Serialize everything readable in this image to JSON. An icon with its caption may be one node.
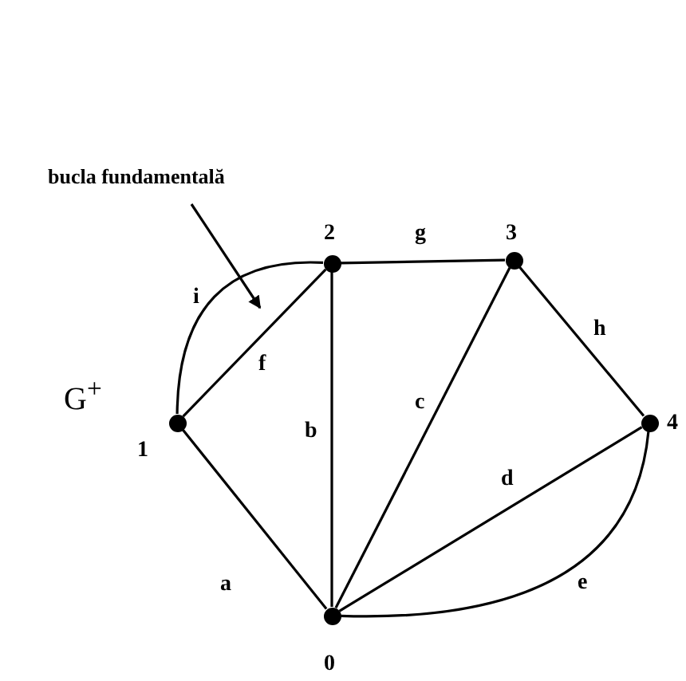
{
  "diagram": {
    "nodes": [
      {
        "text": [],
        "shape": "circle",
        "beside": [
          "1"
        ]
      },
      {
        "text": [],
        "shape": "circle",
        "beside": [
          "2"
        ]
      },
      {
        "text": [],
        "shape": "circle",
        "beside": [
          "0"
        ]
      },
      {
        "text": [],
        "shape": "circle",
        "beside": [
          "3"
        ]
      },
      {
        "text": [],
        "shape": "circle",
        "beside": [
          "4"
        ]
      },
      {
        "text": [
          "bucla fundamentală"
        ]
      }
    ],
    "edges": [
      {
        "from": 0,
        "to": 2,
        "arrow": "none",
        "label": "a"
      },
      {
        "from": 1,
        "to": 2,
        "arrow": "none",
        "label": "b"
      },
      {
        "from": 2,
        "to": 3,
        "arrow": "none",
        "label": "c"
      },
      {
        "from": 2,
        "to": 4,
        "arrow": "none",
        "label": "d"
      },
      {
        "from": 2,
        "to": 4,
        "arrow": "none",
        "label": "e"
      },
      {
        "from": 0,
        "to": 1,
        "arrow": "none",
        "label": "f"
      },
      {
        "from": 1,
        "to": 3,
        "arrow": "none",
        "label": "g"
      },
      {
        "from": 3,
        "to": 4,
        "arrow": "none",
        "label": "h"
      },
      {
        "from": 0,
        "to": 1,
        "arrow": "none",
        "label": "i"
      },
      {
        "from": 5,
        "to": null,
        "arrow": "to"
      }
    ],
    "labels": [
      "G$^{+}$"
    ]
  }
}
